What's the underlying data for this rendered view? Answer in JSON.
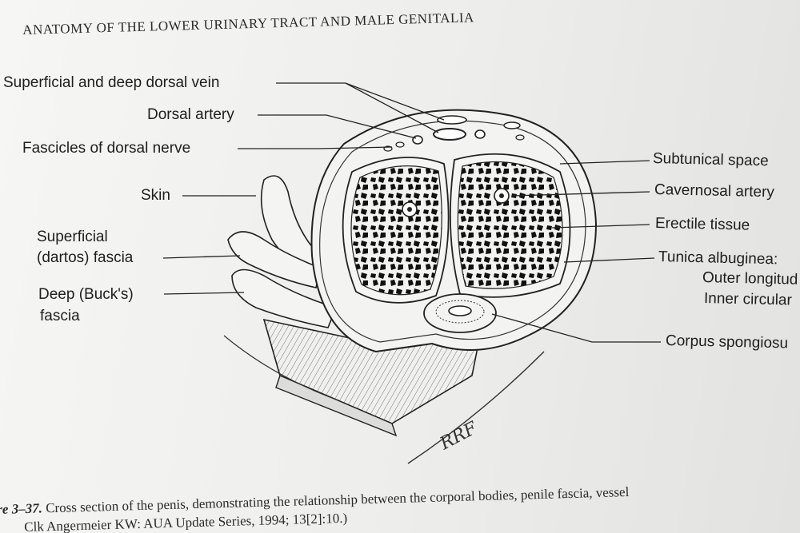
{
  "title": "ANATOMY OF THE LOWER URINARY TRACT AND MALE GENITALIA",
  "labels": {
    "dorsal_vein": "Superficial and deep dorsal vein",
    "dorsal_artery": "Dorsal artery",
    "dorsal_nerve": "Fascicles of dorsal nerve",
    "skin": "Skin",
    "dartos_1": "Superficial",
    "dartos_2": "(dartos) fascia",
    "bucks_1": "Deep (Buck's)",
    "bucks_2": "fascia",
    "subtunical": "Subtunical space",
    "cavernosal": "Cavernosal artery",
    "erectile": "Erectile tissue",
    "tunica_1": "Tunica albuginea:",
    "tunica_2": "Outer longitud",
    "tunica_3": "Inner circular",
    "spongiosum": "Corpus spongiosu"
  },
  "signature": "RRF",
  "caption": {
    "fig": "re 3–37.",
    "line1": "Cross section of the penis, demonstrating the relationship between the corporal bodies, penile fascia, vessel",
    "line2": "Clk Angermeier KW: AUA Update Series, 1994; 13[2]:10.)"
  }
}
